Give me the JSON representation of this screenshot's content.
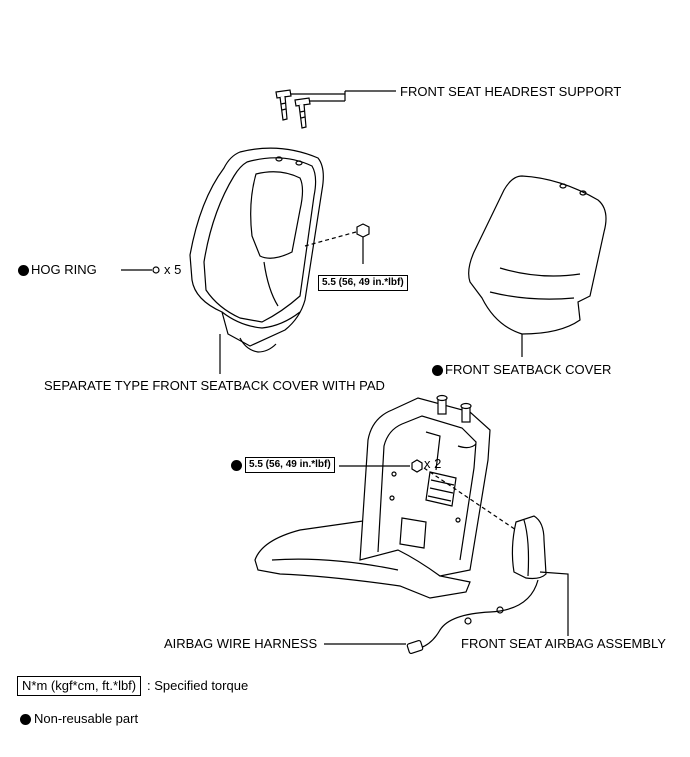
{
  "labels": {
    "headrest_support": "FRONT SEAT HEADREST SUPPORT",
    "hog_ring": "HOG RING",
    "hog_ring_qty": "x 5",
    "torque_1": "5.5 (56, 49 in.*lbf)",
    "seatback_cover_with_pad": "SEPARATE TYPE FRONT SEATBACK COVER WITH PAD",
    "front_seatback_cover": "FRONT SEATBACK COVER",
    "torque_2": "5.5 (56, 49 in.*lbf)",
    "nut_qty": "x 2",
    "airbag_wire_harness": "AIRBAG WIRE HARNESS",
    "front_seat_airbag_assembly": "FRONT SEAT AIRBAG ASSEMBLY"
  },
  "legend": {
    "torque_unit": "N*m (kgf*cm, ft.*lbf)",
    "torque_desc": ": Specified torque",
    "non_reusable_desc": "Non-reusable part"
  }
}
